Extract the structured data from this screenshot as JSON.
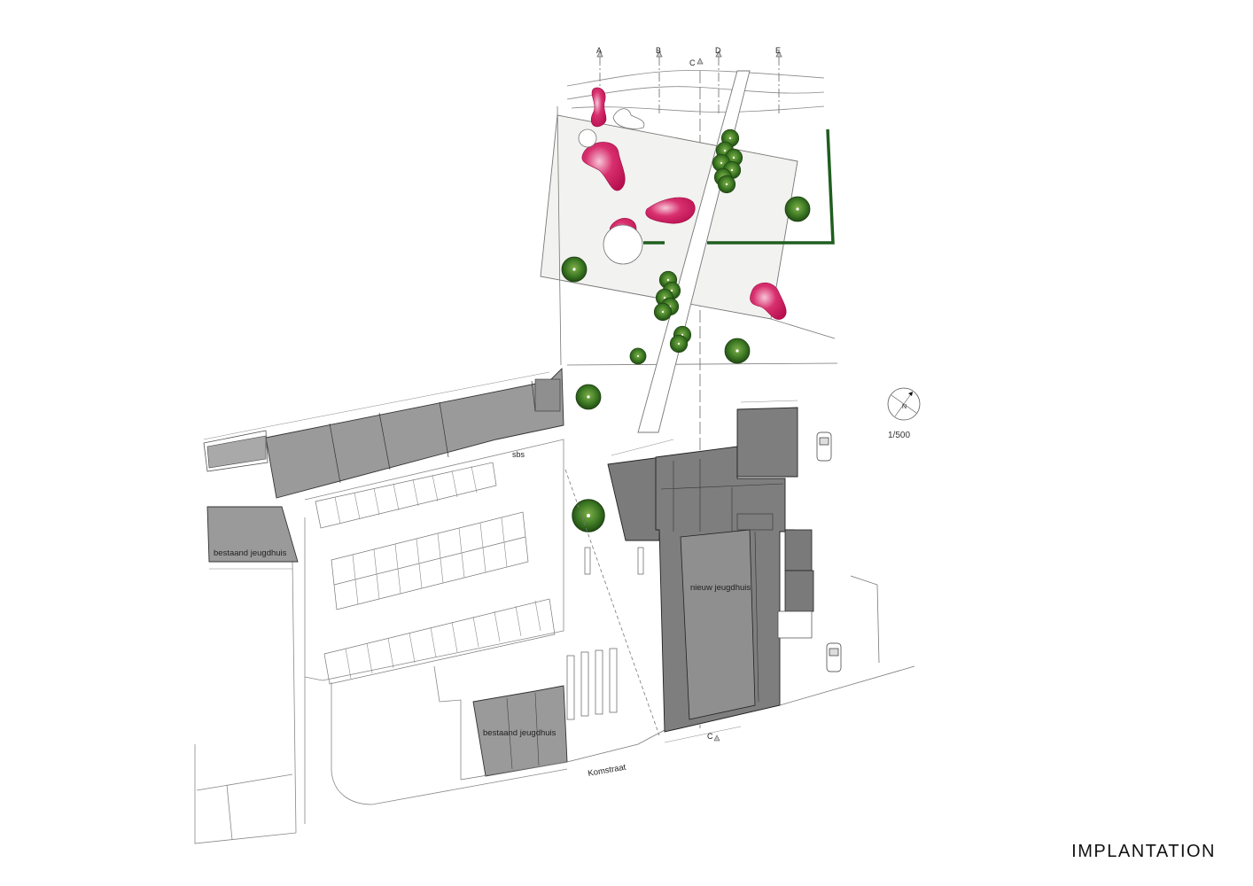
{
  "title": "IMPLANTATION",
  "scale": "1/500",
  "north_label": "N",
  "section_marks": [
    "A",
    "B",
    "C",
    "D",
    "E"
  ],
  "section_mark_bottom": "C",
  "labels": {
    "existing_youth_house_top": "bestaand jeugdhuis",
    "existing_youth_house_bottom": "bestaand jeugdhuis",
    "new_youth_house": "nieuw jeugdhuis",
    "street": "Komstraat",
    "substation": "sbs"
  },
  "colors": {
    "building": "#9a9a9a",
    "building_dark": "#6f6f6f",
    "plaza": "#f2f2f0",
    "play_object": "#c8145a",
    "hedge": "#1f5e1f",
    "tree": "#2e6b1e"
  }
}
